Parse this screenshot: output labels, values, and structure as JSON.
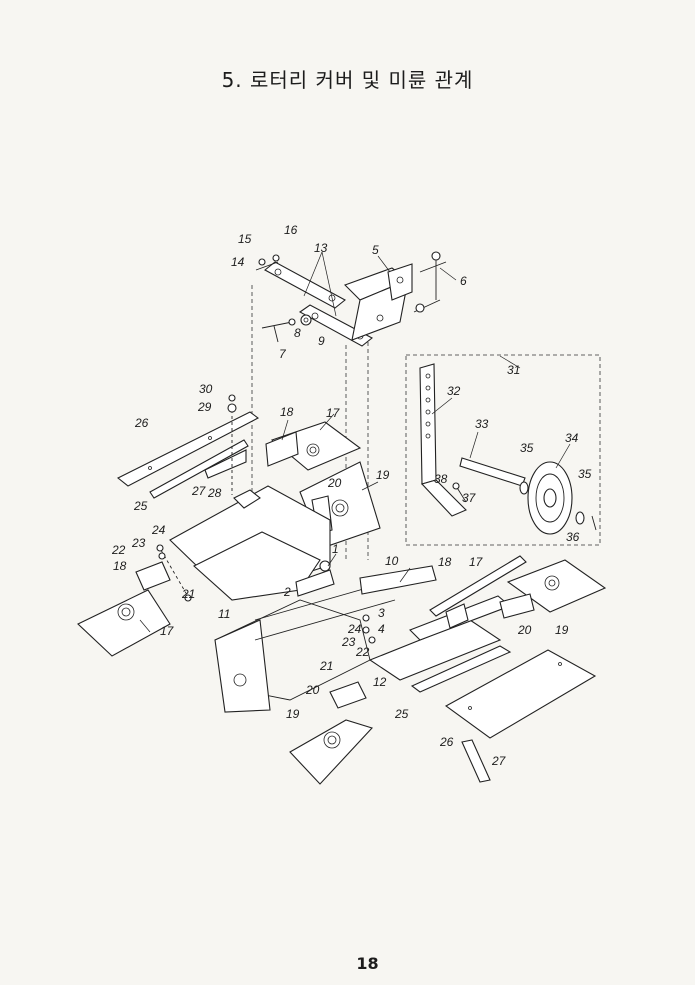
{
  "page_title": "5. 로터리 커버 및 미륜 관계",
  "page_number": "18",
  "callouts": [
    "1",
    "2",
    "3",
    "4",
    "5",
    "6",
    "7",
    "8",
    "9",
    "10",
    "11",
    "12",
    "13",
    "14",
    "15",
    "16",
    "17",
    "18",
    "19",
    "20",
    "21",
    "22",
    "23",
    "24",
    "25",
    "26",
    "27",
    "28",
    "29",
    "30",
    "31",
    "32",
    "33",
    "34",
    "35",
    "36",
    "37",
    "38"
  ]
}
